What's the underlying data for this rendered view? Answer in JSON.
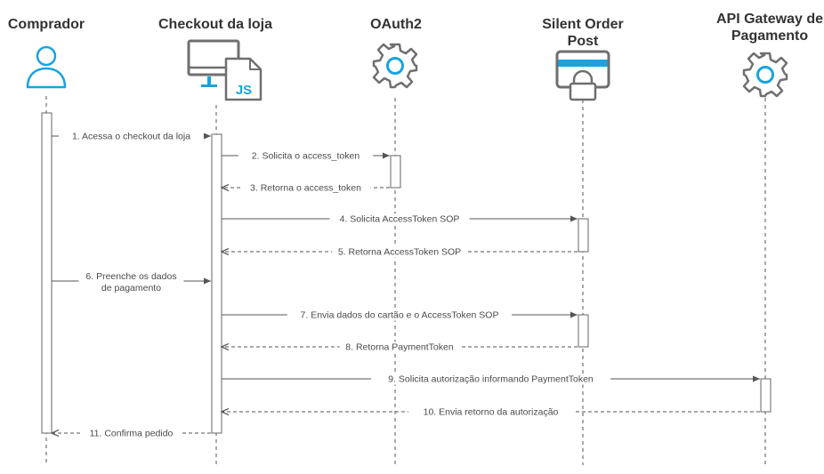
{
  "actors": [
    {
      "key": "comprador",
      "label": "Comprador",
      "icon": "user-icon"
    },
    {
      "key": "checkout",
      "label": "Checkout da loja",
      "icon": "monitor-js-icon"
    },
    {
      "key": "oauth2",
      "label": "OAuth2",
      "icon": "gear-icon"
    },
    {
      "key": "sop",
      "label": "Silent Order\nPost",
      "icon": "credit-card-lock-icon"
    },
    {
      "key": "gateway",
      "label": "API Gateway de\nPagamento",
      "icon": "gear-icon"
    }
  ],
  "messages": [
    {
      "from": 0,
      "to": 1,
      "type": "sync",
      "lines": [
        "1. Acessa o checkout da loja"
      ]
    },
    {
      "from": 1,
      "to": 2,
      "type": "sync",
      "lines": [
        "2. Solicita o access_token"
      ]
    },
    {
      "from": 2,
      "to": 1,
      "type": "return",
      "lines": [
        "3. Retorna o access_token"
      ]
    },
    {
      "from": 1,
      "to": 3,
      "type": "sync",
      "lines": [
        "4. Solicita AccessToken SOP"
      ]
    },
    {
      "from": 3,
      "to": 1,
      "type": "return",
      "lines": [
        "5. Retorna AccessToken SOP"
      ]
    },
    {
      "from": 0,
      "to": 1,
      "type": "sync",
      "lines": [
        "6. Preenche os dados",
        "de pagamento"
      ]
    },
    {
      "from": 1,
      "to": 3,
      "type": "sync",
      "lines": [
        "7. Envia dados do cartão e o AccessToken SOP"
      ]
    },
    {
      "from": 3,
      "to": 1,
      "type": "return",
      "lines": [
        "8. Retorna PaymentToken"
      ]
    },
    {
      "from": 1,
      "to": 4,
      "type": "sync",
      "lines": [
        "9. Solicita autorização informando PaymentToken"
      ]
    },
    {
      "from": 4,
      "to": 1,
      "type": "return",
      "lines": [
        "10. Envia retorno da autorização"
      ]
    },
    {
      "from": 1,
      "to": 0,
      "type": "return",
      "lines": [
        "11. Confirma pedido"
      ]
    }
  ],
  "colors": {
    "icon_blue": "#1aa3e0",
    "icon_gray": "#6f6f6f",
    "line": "#555555",
    "text": "#4a4a4a"
  }
}
